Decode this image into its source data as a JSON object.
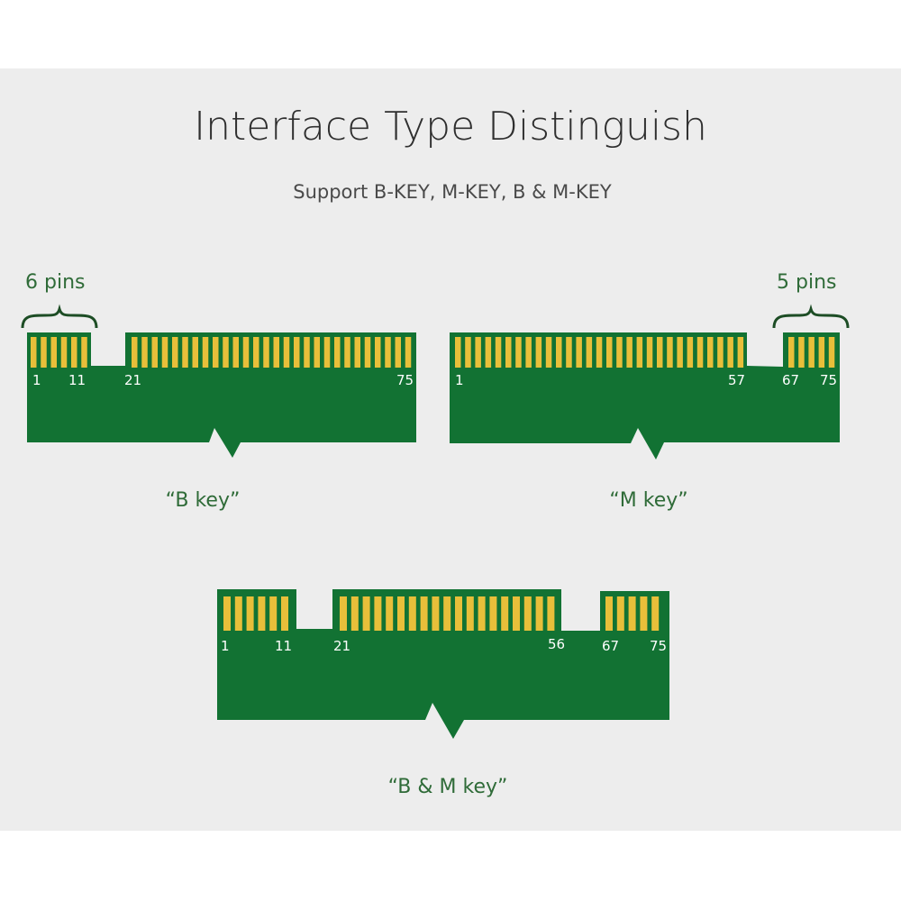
{
  "title": "Interface Type Distinguish",
  "subtitle": "Support B-KEY, M-KEY, B & M-KEY",
  "colors": {
    "background": "#ededed",
    "board": "#127233",
    "pin": "#e8bf3a",
    "caption": "#2f6b38",
    "brace": "#1d4d25"
  },
  "b_key": {
    "caption": "“B key”",
    "brace_label": "6 pins",
    "pin_groups": [
      6,
      28
    ],
    "pin_labels": [
      "1",
      "11",
      "21",
      "75"
    ]
  },
  "m_key": {
    "caption": "“M key”",
    "brace_label": "5 pins",
    "pin_groups": [
      29,
      5
    ],
    "pin_labels": [
      "1",
      "57",
      "67",
      "75"
    ]
  },
  "bm_key": {
    "caption": "“B & M key”",
    "pin_groups": [
      6,
      19,
      5
    ],
    "pin_labels": [
      "1",
      "11",
      "21",
      "56",
      "67",
      "75"
    ]
  }
}
